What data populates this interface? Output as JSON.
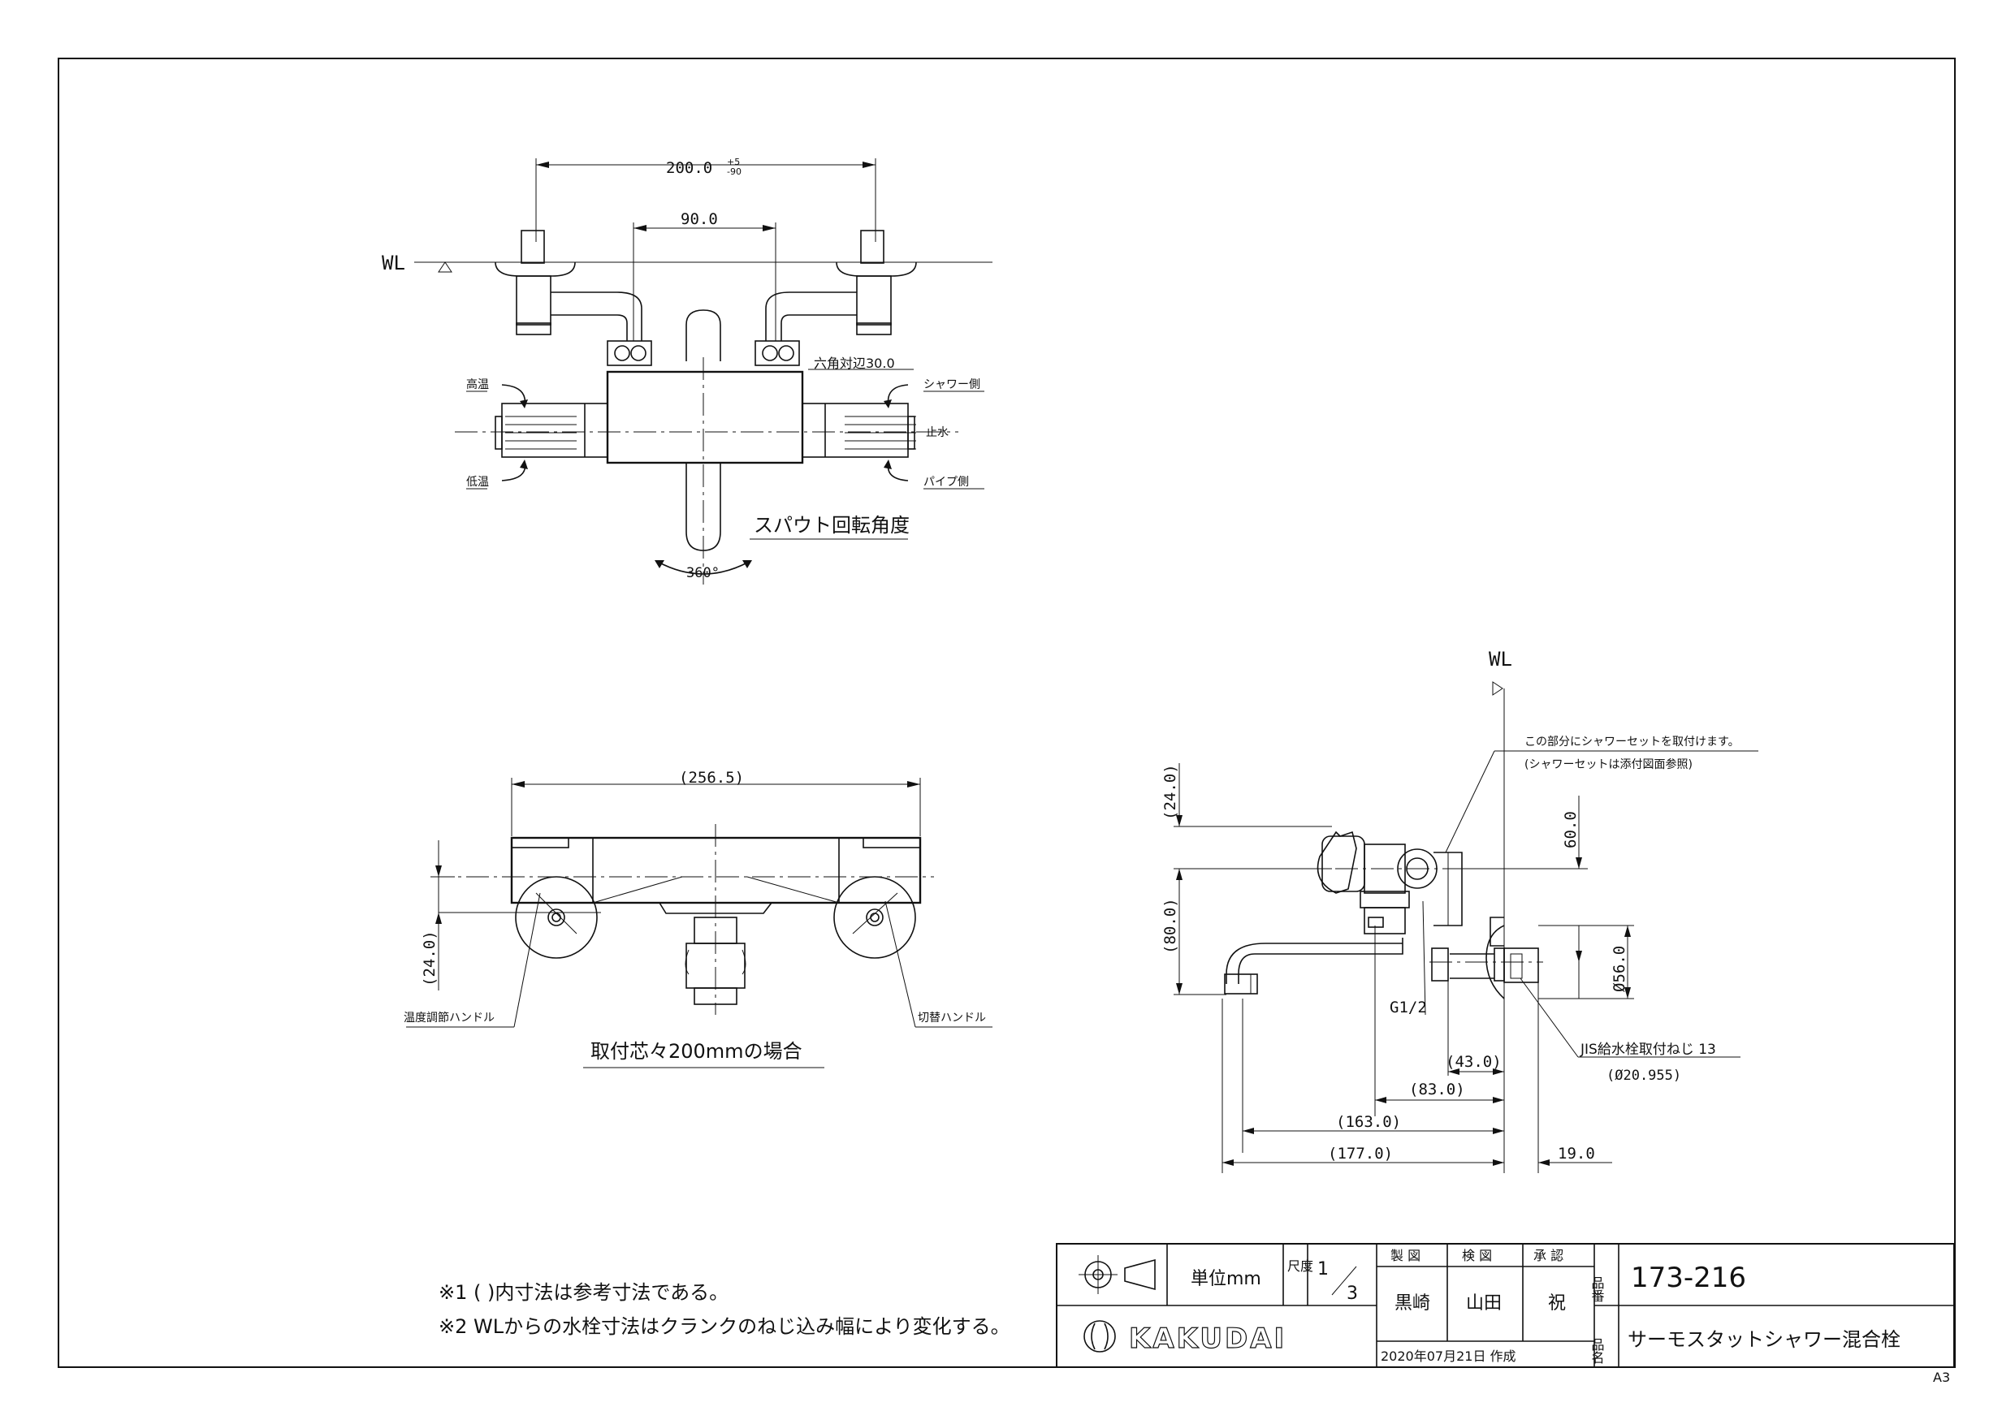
{
  "drawing": {
    "sheet_size": "A3",
    "top_view": {
      "dims": {
        "dim_200": "200.0",
        "tol_plus": "+5",
        "tol_minus": "-90",
        "dim_90": "90.0",
        "hex": "六角対辺30.0"
      },
      "wl": "WL",
      "labels": {
        "high_temp": "高温",
        "low_temp": "低温",
        "shower_side": "シャワー側",
        "stop_water": "止水",
        "pipe_side": "パイプ側"
      },
      "spout_rotation": "スパウト回転角度",
      "angle": "360°"
    },
    "front_view": {
      "dims": {
        "dim_256": "(256.5)",
        "dim_24": "(24.0)"
      },
      "labels": {
        "temp_handle": "温度調節ハンドル",
        "switch_handle": "切替ハンドル"
      },
      "caption": "取付芯々200mmの場合"
    },
    "side_view": {
      "wl": "WL",
      "notes": {
        "shower_attach": "この部分にシャワーセットを取付けます。",
        "shower_ref": "(シャワーセットは添付図面参照)"
      },
      "dims": {
        "d24": "(24.0)",
        "d80": "(80.0)",
        "d60": "60.0",
        "d56": "Ø56.0",
        "d43": "(43.0)",
        "d83": "(83.0)",
        "d163": "(163.0)",
        "d177": "(177.0)",
        "d19": "19.0"
      },
      "labels": {
        "g12": "G1/2",
        "jis": "JIS給水栓取付ねじ 13",
        "jis_dia": "(Ø20.955)"
      }
    },
    "notes": [
      "※1 ( )内寸法は参考寸法である。",
      "※2 WLからの水栓寸法はクランクのねじ込み幅により変化する。"
    ]
  },
  "title_block": {
    "unit": "単位mm",
    "scale_label": "尺度",
    "scale_num": "1",
    "scale_den": "3",
    "made_label": "製 図",
    "check_label": "検 図",
    "approve_label": "承 認",
    "made_by": "黒崎",
    "checked_by": "山田",
    "approved_by": "祝",
    "date": "2020年07月21日 作成",
    "part_no_label": "品番",
    "part_no": "173-216",
    "name_label": "品名",
    "product_name": "サーモスタットシャワー混合栓",
    "brand": "KAKUDAI"
  },
  "colors": {
    "line": "#111111",
    "paper": "#ffffff"
  }
}
